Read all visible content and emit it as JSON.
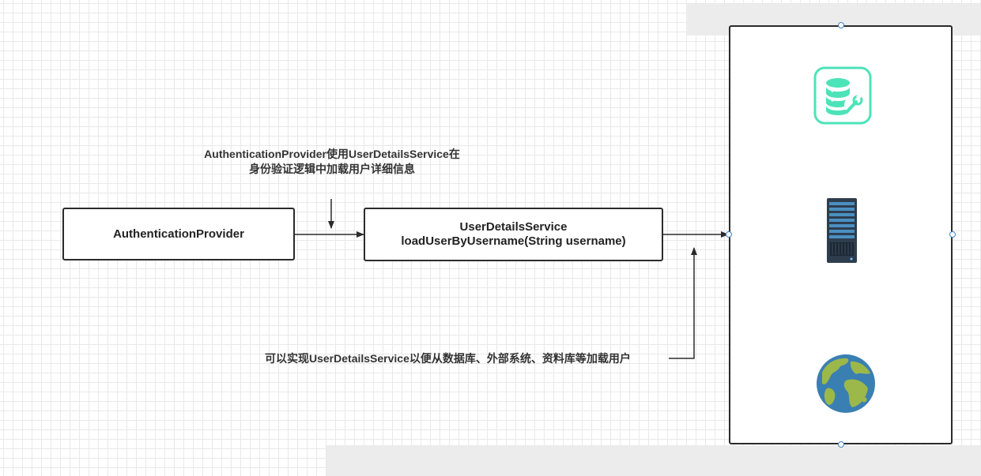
{
  "diagram": {
    "provider_box": {
      "label": "AuthenticationProvider"
    },
    "service_box": {
      "line1": "UserDetailsService",
      "line2": "loadUserByUsername(String username)"
    },
    "note_top": {
      "line1": "AuthenticationProvider使用UserDetailsService在",
      "line2": "身份验证逻辑中加载用户详细信息"
    },
    "note_bottom": "可以实现UserDetailsService以便从数据库、外部系统、资料库等加载用户",
    "storage_icons": [
      "database-settings-icon",
      "server-rack-icon",
      "globe-icon"
    ]
  },
  "colors": {
    "database_icon": "#4de3b8",
    "server_body": "#2e3d4e",
    "globe_ocean": "#3a7fb2",
    "globe_land": "#9cb84a",
    "selection_handle": "#3d85c6"
  }
}
